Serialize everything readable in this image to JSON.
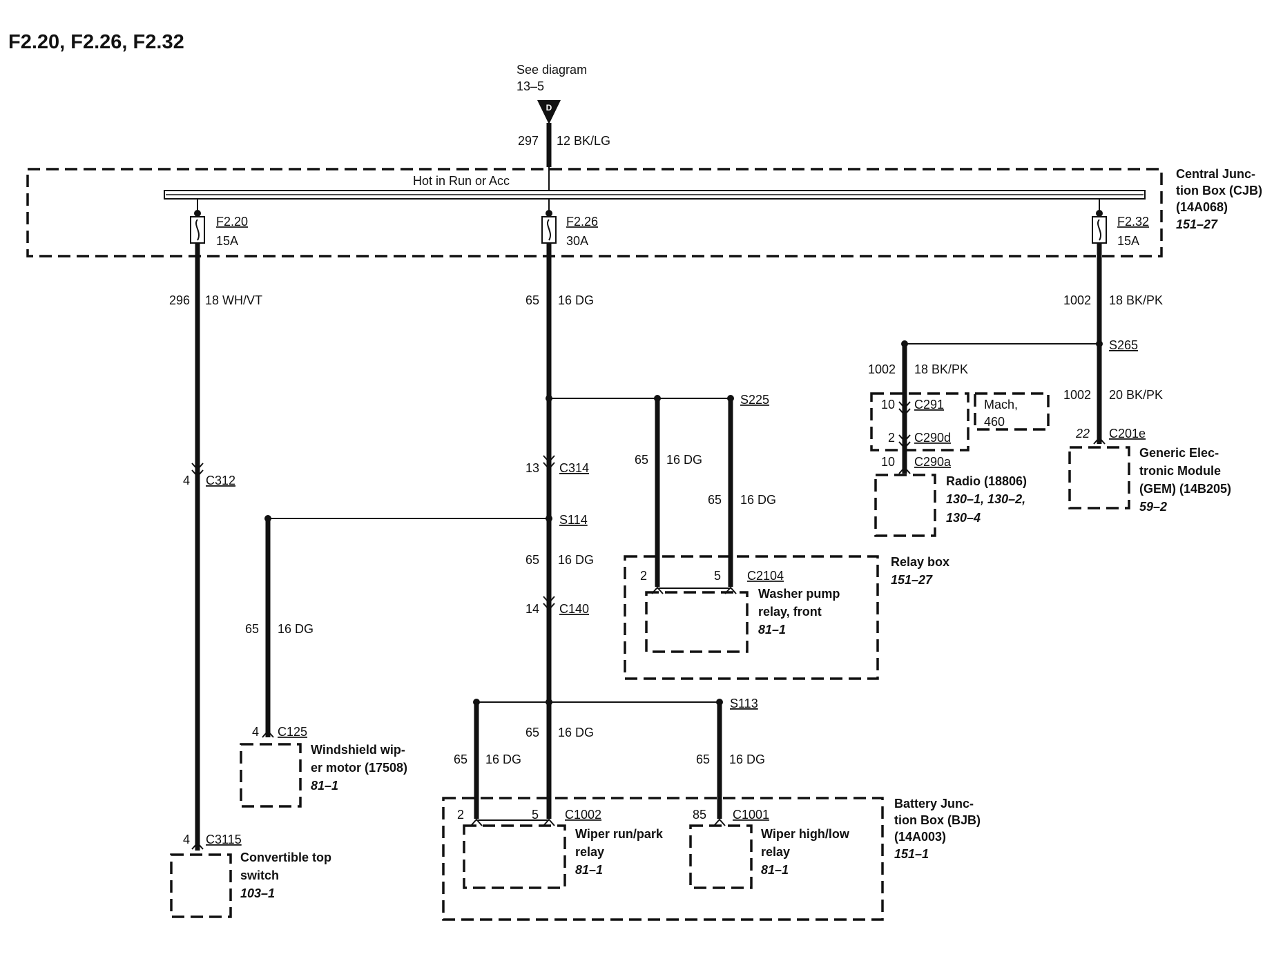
{
  "title": "F2.20, F2.26, F2.32",
  "source": {
    "line1": "See diagram",
    "line2": "13–5",
    "connector_letter": "D",
    "circuit": "297",
    "wire": "12 BK/LG"
  },
  "cjb": {
    "bus_label": "Hot in Run or Acc",
    "name_lines": [
      "Central Junc-",
      "tion Box (CJB)",
      "(14A068)"
    ],
    "ref": "151–27",
    "fuses": [
      {
        "id": "F2.20",
        "rating": "15A"
      },
      {
        "id": "F2.26",
        "rating": "30A"
      },
      {
        "id": "F2.32",
        "rating": "15A"
      }
    ]
  },
  "left_branch": {
    "circuit": "296",
    "wire": "18 WH/VT",
    "c312_pin": "4",
    "c312": "C312",
    "c3115_pin": "4",
    "c3115": "C3115",
    "component_lines": [
      "Convertible top",
      "switch"
    ],
    "component_ref": "103–1"
  },
  "center_branch": {
    "top_circuit": "65",
    "top_wire": "16 DG",
    "c314_pin": "13",
    "c314": "C314",
    "s114": "S114",
    "mid_circuit": "65",
    "mid_wire": "16 DG",
    "c140_pin": "14",
    "c140": "C140",
    "wiper_motor": {
      "circuit": "65",
      "wire": "16 DG",
      "pin": "4",
      "connector": "C125",
      "lines": [
        "Windshield wip-",
        "er motor (17508)"
      ],
      "ref": "81–1"
    }
  },
  "washer": {
    "splice": "S225",
    "wire1_circuit": "65",
    "wire1": "16 DG",
    "wire2_circuit": "65",
    "wire2": "16 DG",
    "pin_a": "2",
    "pin_b": "5",
    "connector": "C2104",
    "relay_lines": [
      "Washer pump",
      "relay, front"
    ],
    "relay_ref": "81–1",
    "box_name": "Relay box",
    "box_ref": "151–27"
  },
  "bjb": {
    "splice": "S113",
    "feed_circuit": "65",
    "feed_wire": "16 DG",
    "left_circuit": "65",
    "left_wire": "16 DG",
    "right_circuit": "65",
    "right_wire": "16 DG",
    "c1002_pin_a": "2",
    "c1002_pin_b": "5",
    "c1002": "C1002",
    "runpark_lines": [
      "Wiper run/park",
      "relay"
    ],
    "runpark_ref": "81–1",
    "c1001_pin": "85",
    "c1001": "C1001",
    "highlow_lines": [
      "Wiper high/low",
      "relay"
    ],
    "highlow_ref": "81–1",
    "name_lines": [
      "Battery Junc-",
      "tion Box (BJB)",
      "(14A003)"
    ],
    "ref": "151–1"
  },
  "right_branch": {
    "circuit": "1002",
    "wire": "18 BK/PK",
    "splice": "S265",
    "radio_feed_circuit": "1002",
    "radio_feed_wire": "18 BK/PK",
    "c291_pin": "10",
    "c291": "C291",
    "c290d_pin": "2",
    "c290d": "C290d",
    "c290a_pin": "10",
    "c290a": "C290a",
    "option_lines": [
      "Mach,",
      "460"
    ],
    "radio_lines": [
      "Radio (18806)"
    ],
    "radio_refs": [
      "130–1, 130–2,",
      "130–4"
    ],
    "gem_circuit": "1002",
    "gem_wire": "20 BK/PK",
    "gem_pin": "22",
    "gem_connector": "C201e",
    "gem_lines": [
      "Generic Elec-",
      "tronic Module",
      "(GEM) (14B205)"
    ],
    "gem_ref": "59–2"
  }
}
